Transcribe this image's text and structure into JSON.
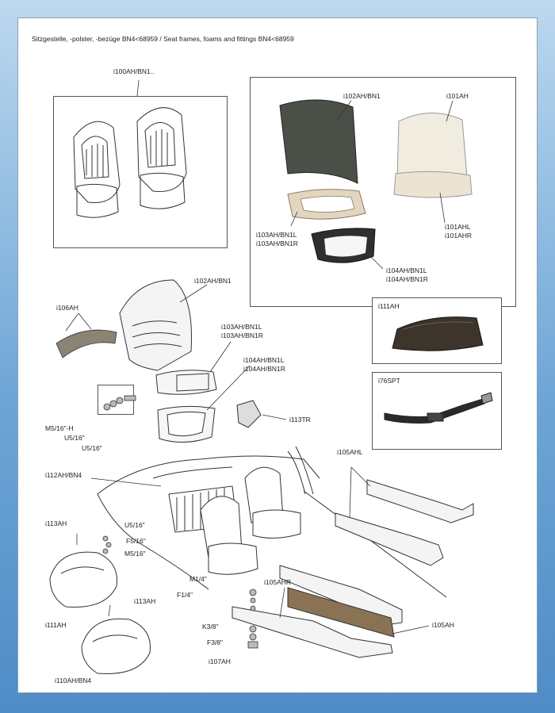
{
  "header": "Sitzgestelle, -polster, -bezüge BN4<68959 / Seat frames, foams and fittings BN4<68959",
  "parts": {
    "i100": "i100AH/BN1..",
    "i102_top": "i102AH/BN1",
    "i101": "i101AH",
    "i103_top_l": "i103AH/BN1L",
    "i103_top_r": "i103AH/BN1R",
    "i101ahl": "i101AHL",
    "i101ahr": "i101AHR",
    "i104_top_l": "i104AH/BN1L",
    "i104_top_r": "i104AH/BN1R",
    "i102_mid": "i102AH/BN1",
    "i106": "i106AH",
    "i103_mid_l": "i103AH/BN1L",
    "i103_mid_r": "i103AH/BN1R",
    "i104_mid_l": "i104AH/BN1L",
    "i104_mid_r": "i104AH/BN1R",
    "i111_box": "i111AH",
    "i76spt": "i76SPT",
    "i113tr": "i113TR",
    "m5h": "M5/16\"-H",
    "u5a": "U5/16\"",
    "u5b": "U5/16\"",
    "i112": "i112AH/BN4",
    "i105ahl": "i105AHL",
    "i113_a": "i113AH",
    "u5c": "U5/16\"",
    "f5": "F5/16\"",
    "m5": "M5/16\"",
    "m14": "M1/4\"",
    "f14": "F1/4\"",
    "i105ahr": "i105AHR",
    "i113_b": "i113AH",
    "i111_lower": "i111AH",
    "i105ah": "i105AH",
    "k38": "K3/8\"",
    "f38": "F3/8\"",
    "i107": "i107AH",
    "i110": "i110AH/BN4"
  }
}
